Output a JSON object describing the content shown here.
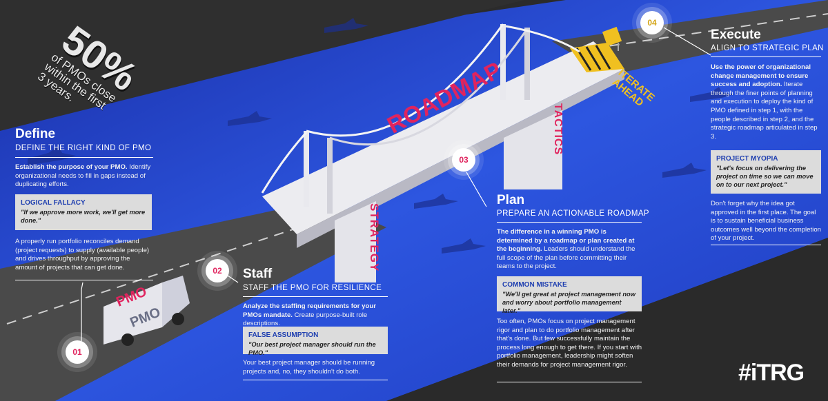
{
  "stat": {
    "big": "50%",
    "line1": "of PMOs close",
    "line2": "within the first",
    "line3": "3 years."
  },
  "bridge": {
    "roadmap": "ROADMAP",
    "strategy": "STRATEGY",
    "tactics": "TACTICS",
    "iterate1": "ITERATE",
    "iterate2": "AHEAD"
  },
  "truck": {
    "label1": "PMO",
    "label2": "PMO"
  },
  "steps": [
    {
      "num": "01",
      "title": "Define",
      "subtitle": "DEFINE THE RIGHT KIND OF PMO",
      "intro_bold": "Establish the purpose of your PMO.",
      "intro_rest": " Identify organizational needs to fill in gaps instead of duplicating efforts.",
      "callout_title": "LOGICAL FALLACY",
      "callout_quote": "\"If we approve more work, we'll get more done.\"",
      "outro": "A properly run portfolio reconciles demand (project requests) to supply (available people) and drives throughput by approving the amount of projects that can get done."
    },
    {
      "num": "02",
      "title": "Staff",
      "subtitle": "STAFF THE PMO FOR RESILIENCE",
      "intro_bold": "Analyze the staffing requirements for your PMOs mandate.",
      "intro_rest": " Create purpose-built role descriptions.",
      "callout_title": "FALSE ASSUMPTION",
      "callout_quote": "\"Our best project manager should run the PMO.\"",
      "outro": "Your best project manager should be running projects and, no, they shouldn't do both."
    },
    {
      "num": "03",
      "title": "Plan",
      "subtitle": "PREPARE AN ACTIONABLE ROADMAP",
      "intro_bold": "The difference in a winning PMO is determined by a roadmap or plan created at the beginning.",
      "intro_rest": " Leaders should understand the full scope of the plan before committing their teams to the project.",
      "callout_title": "COMMON MISTAKE",
      "callout_quote": "\"We'll get great at project management now and worry about portfolio management later.\"",
      "outro": "Too often, PMOs focus on project management rigor and plan to do portfolio management after that's done. But few successfully maintain the process long enough to get there. If you start with portfolio management, leadership might soften their demands for project management rigor."
    },
    {
      "num": "04",
      "title": "Execute",
      "subtitle": "ALIGN TO STRATEGIC PLAN",
      "intro_bold": "Use the power of organizational change management to ensure success and adoption.",
      "intro_rest": " Iterate through the finer points of planning and execution to deploy the kind of PMO defined in step 1, with the people described in step 2, and the strategic roadmap articulated in step 3.",
      "callout_title": "PROJECT MYOPIA",
      "callout_quote": "\"Let's focus on delivering the project on time so we can move on to our next project.\"",
      "outro": "Don't forget why the idea got approved in the first place. The goal is to sustain beneficial business outcomes well beyond the completion of your project."
    }
  ],
  "logo": "#iTRG",
  "colors": {
    "water": "#2a4fd6",
    "road": "#3a3a3a",
    "accent_pink": "#e0245e",
    "accent_blue": "#1f3fb0",
    "accent_gold": "#f0c020"
  }
}
